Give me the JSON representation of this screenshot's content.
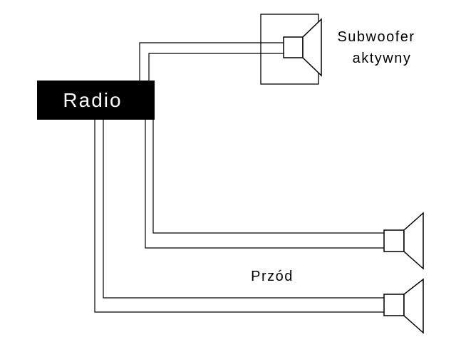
{
  "radio": {
    "label": "Radio"
  },
  "subwoofer": {
    "label_line1": "Subwoofer",
    "label_line2": "aktywny"
  },
  "front": {
    "label": "Przód"
  }
}
